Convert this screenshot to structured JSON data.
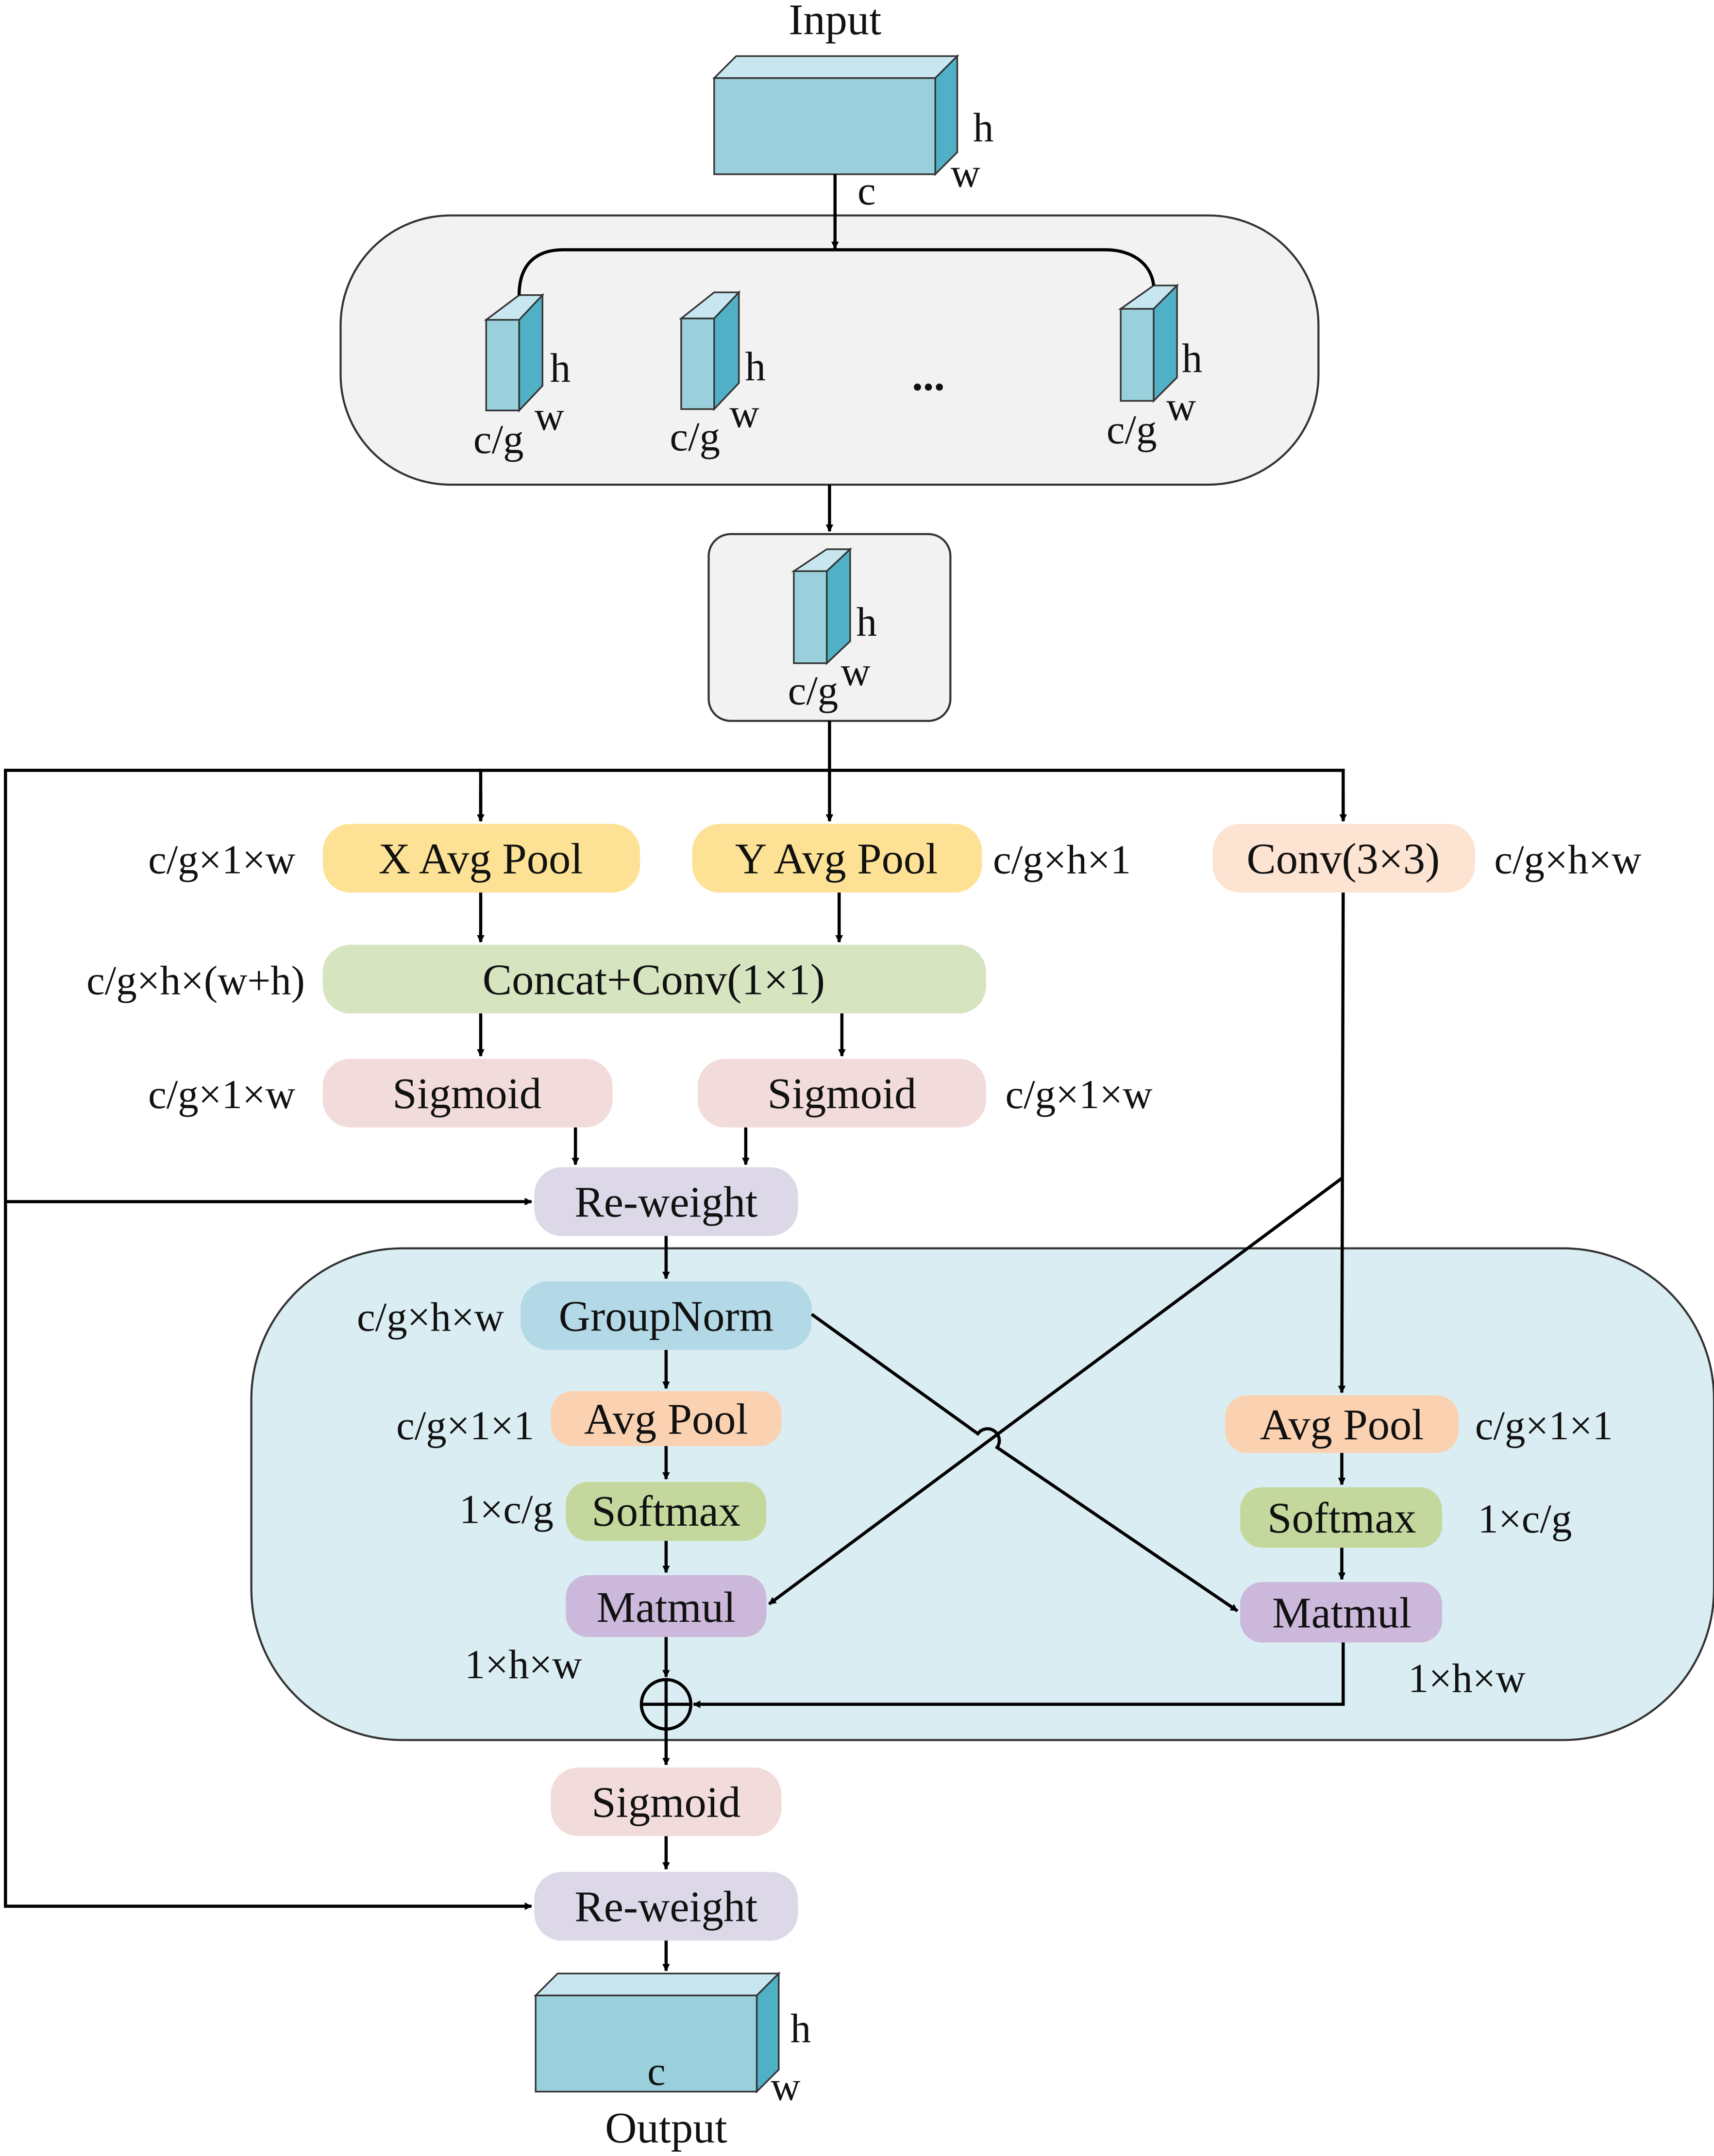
{
  "input_label": "Input",
  "output_label": "Output",
  "cube_labels": {
    "h": "h",
    "w": "w",
    "c": "c",
    "cg": "c/g"
  },
  "ellipsis": "...",
  "boxes": {
    "x_avg_pool": "X Avg Pool",
    "y_avg_pool": "Y Avg Pool",
    "conv3x3": "Conv(3×3)",
    "concat_conv": "Concat+Conv(1×1)",
    "sigmoid_left": "Sigmoid",
    "sigmoid_right": "Sigmoid",
    "reweight_1": "Re-weight",
    "groupnorm": "GroupNorm",
    "avg_pool_left": "Avg Pool",
    "softmax_left": "Softmax",
    "matmul_left": "Matmul",
    "avg_pool_right": "Avg Pool",
    "softmax_right": "Softmax",
    "matmul_right": "Matmul",
    "sigmoid_bottom": "Sigmoid",
    "reweight_2": "Re-weight"
  },
  "dims": {
    "x_pool": "c/g×1×w",
    "y_pool": "c/g×h×1",
    "conv": "c/g×h×w",
    "concat": "c/g×h×(w+h)",
    "sig_left": "c/g×1×w",
    "sig_right": "c/g×1×w",
    "groupnorm": "c/g×h×w",
    "avgpool_left": "c/g×1×1",
    "softmax_left": "1×c/g",
    "matmul_left": "1×h×w",
    "avgpool_right": "c/g×1×1",
    "softmax_right": "1×c/g",
    "matmul_right": "1×h×w"
  },
  "colors": {
    "cube_front": "#9ad0dc",
    "cube_top": "#c7e6ef",
    "cube_side": "#4fb0c6",
    "group_panel": "#f2f2f2",
    "attention_panel": "#daedf3",
    "avg_pool_xy": "#fde295",
    "conv3x3": "#fde3d2",
    "concat": "#d6e4bf",
    "sigmoid": "#f2dcdb",
    "reweight": "#dcd8e8",
    "groupnorm": "#b3d9e6",
    "avg_pool_inner": "#fbd2b1",
    "softmax": "#c4d89e",
    "matmul": "#cbb8db"
  }
}
